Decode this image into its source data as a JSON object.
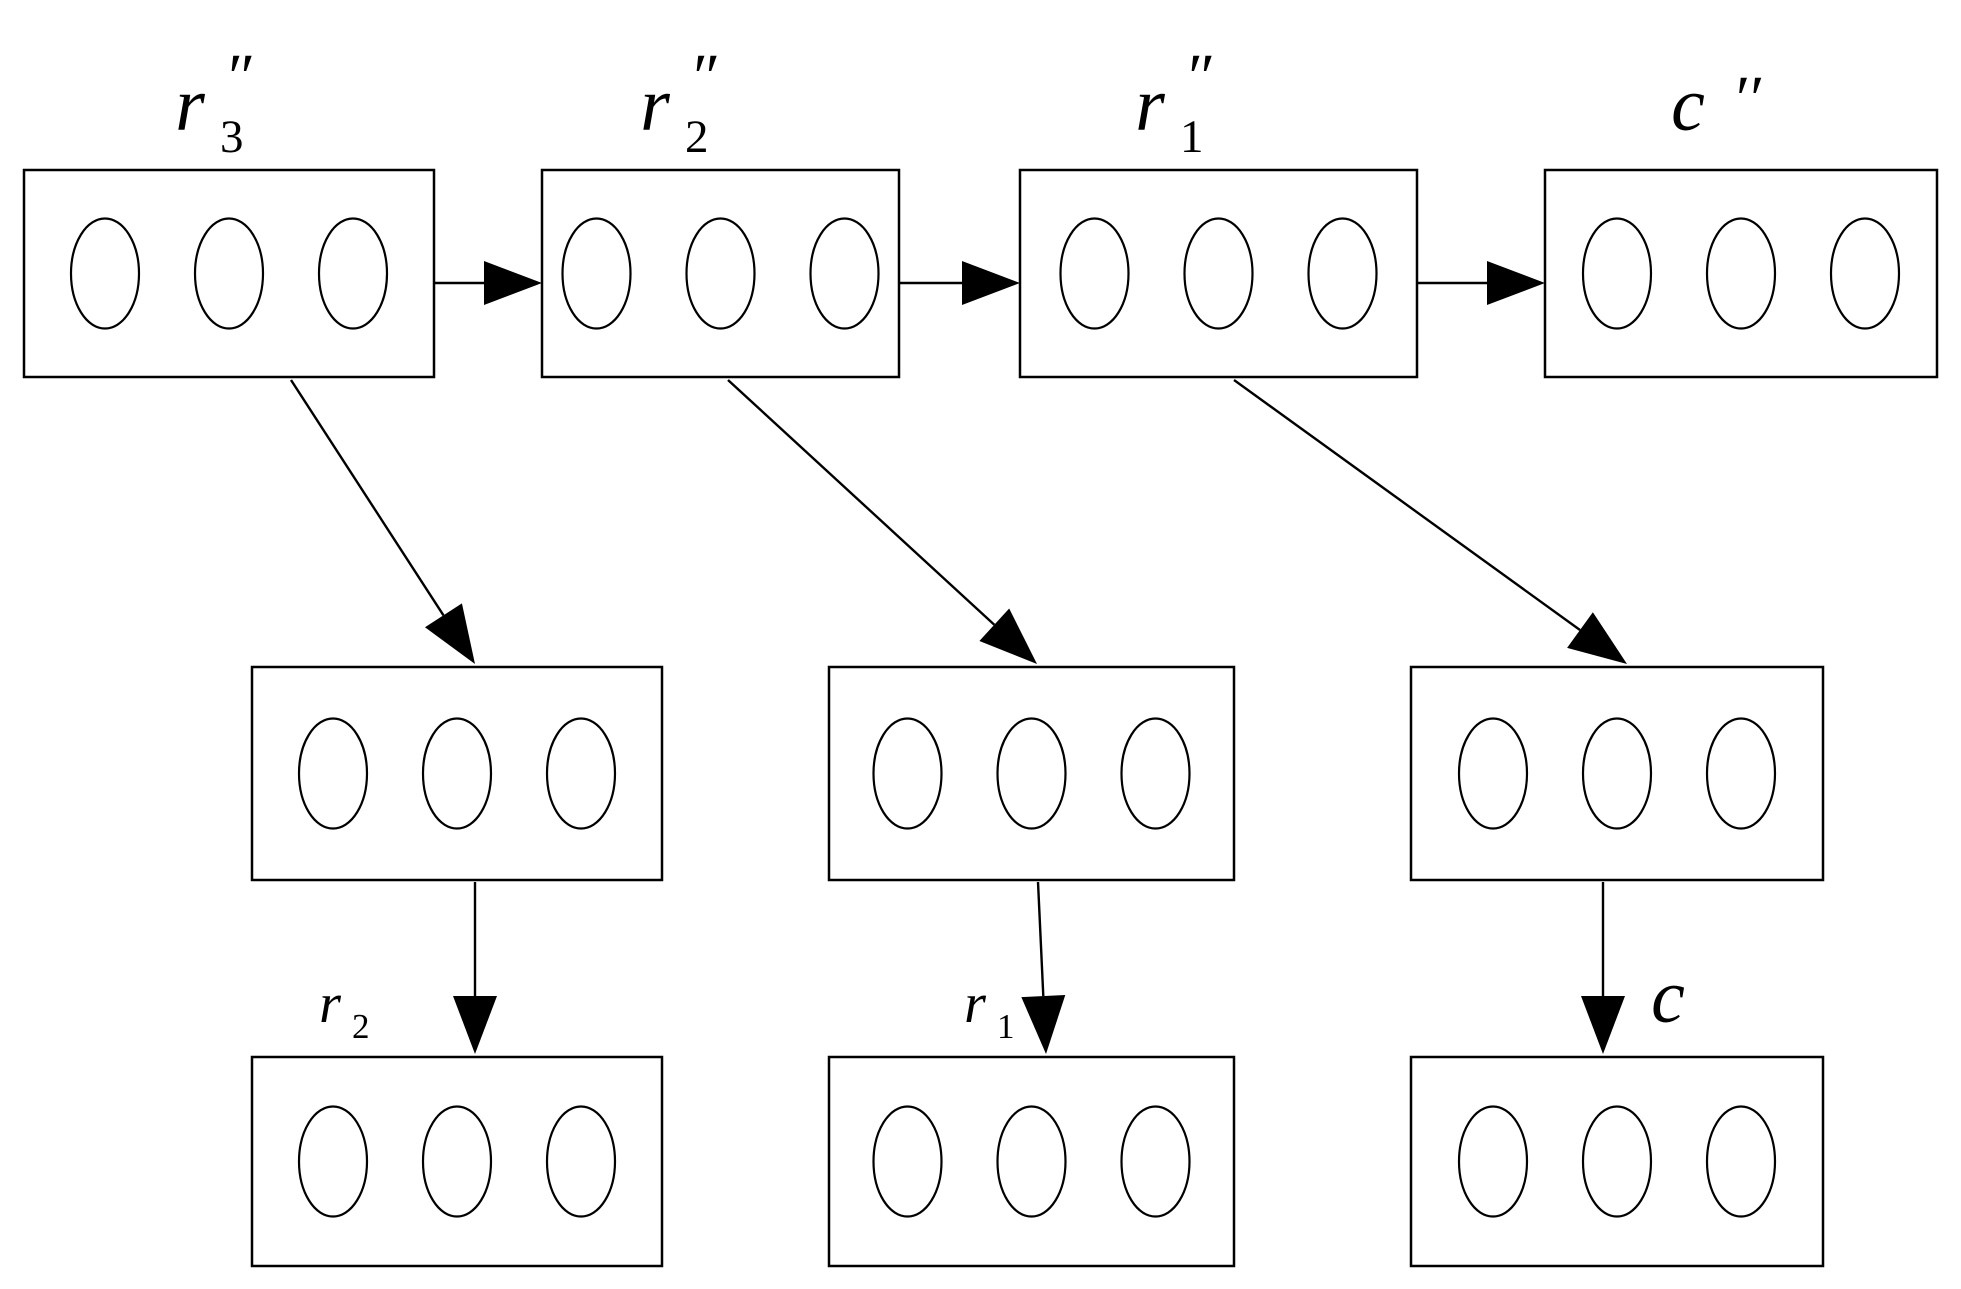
{
  "nodes": [
    {
      "id": "r3pp",
      "label": "r",
      "subscript": "3",
      "prime": "″",
      "units": 3
    },
    {
      "id": "r2pp",
      "label": "r",
      "subscript": "2",
      "prime": "″",
      "units": 3
    },
    {
      "id": "r1pp",
      "label": "r",
      "subscript": "1",
      "prime": "″",
      "units": 3
    },
    {
      "id": "cpp",
      "label": "c",
      "subscript": "",
      "prime": "′′",
      "units": 3
    },
    {
      "id": "h3",
      "label": "",
      "subscript": "",
      "prime": "",
      "units": 3
    },
    {
      "id": "h2",
      "label": "",
      "subscript": "",
      "prime": "",
      "units": 3
    },
    {
      "id": "h1",
      "label": "",
      "subscript": "",
      "prime": "",
      "units": 3
    },
    {
      "id": "r2",
      "label": "r",
      "subscript": "2",
      "prime": "",
      "units": 3
    },
    {
      "id": "r1",
      "label": "r",
      "subscript": "1",
      "prime": "",
      "units": 3
    },
    {
      "id": "c",
      "label": "c",
      "subscript": "",
      "prime": "",
      "units": 3
    }
  ],
  "edges": [
    {
      "from": "r3pp",
      "to": "r2pp"
    },
    {
      "from": "r2pp",
      "to": "r1pp"
    },
    {
      "from": "r1pp",
      "to": "cpp"
    },
    {
      "from": "r3pp",
      "to": "h3"
    },
    {
      "from": "r2pp",
      "to": "h2"
    },
    {
      "from": "r1pp",
      "to": "h1"
    },
    {
      "from": "h3",
      "to": "r2"
    },
    {
      "from": "h2",
      "to": "r1"
    },
    {
      "from": "h1",
      "to": "c"
    }
  ]
}
